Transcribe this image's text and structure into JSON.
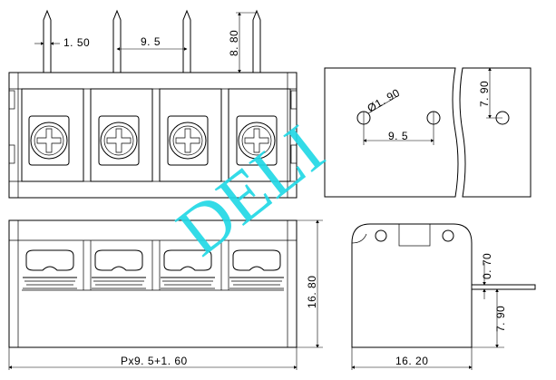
{
  "watermark": "DELI",
  "watermark_color": "#22d8e6",
  "dimensions": {
    "pin_thickness": "1. 50",
    "pitch_top": "9. 5",
    "pin_length": "8. 80",
    "hole_diameter": "Ø1. 90",
    "hole_pitch": "9. 5",
    "hole_offset": "7. 90",
    "height": "16. 80",
    "overall_length": "Px9. 5+1. 60",
    "pin_drop": "0. 70",
    "pin_offset": "7. 90",
    "depth": "16. 20"
  }
}
